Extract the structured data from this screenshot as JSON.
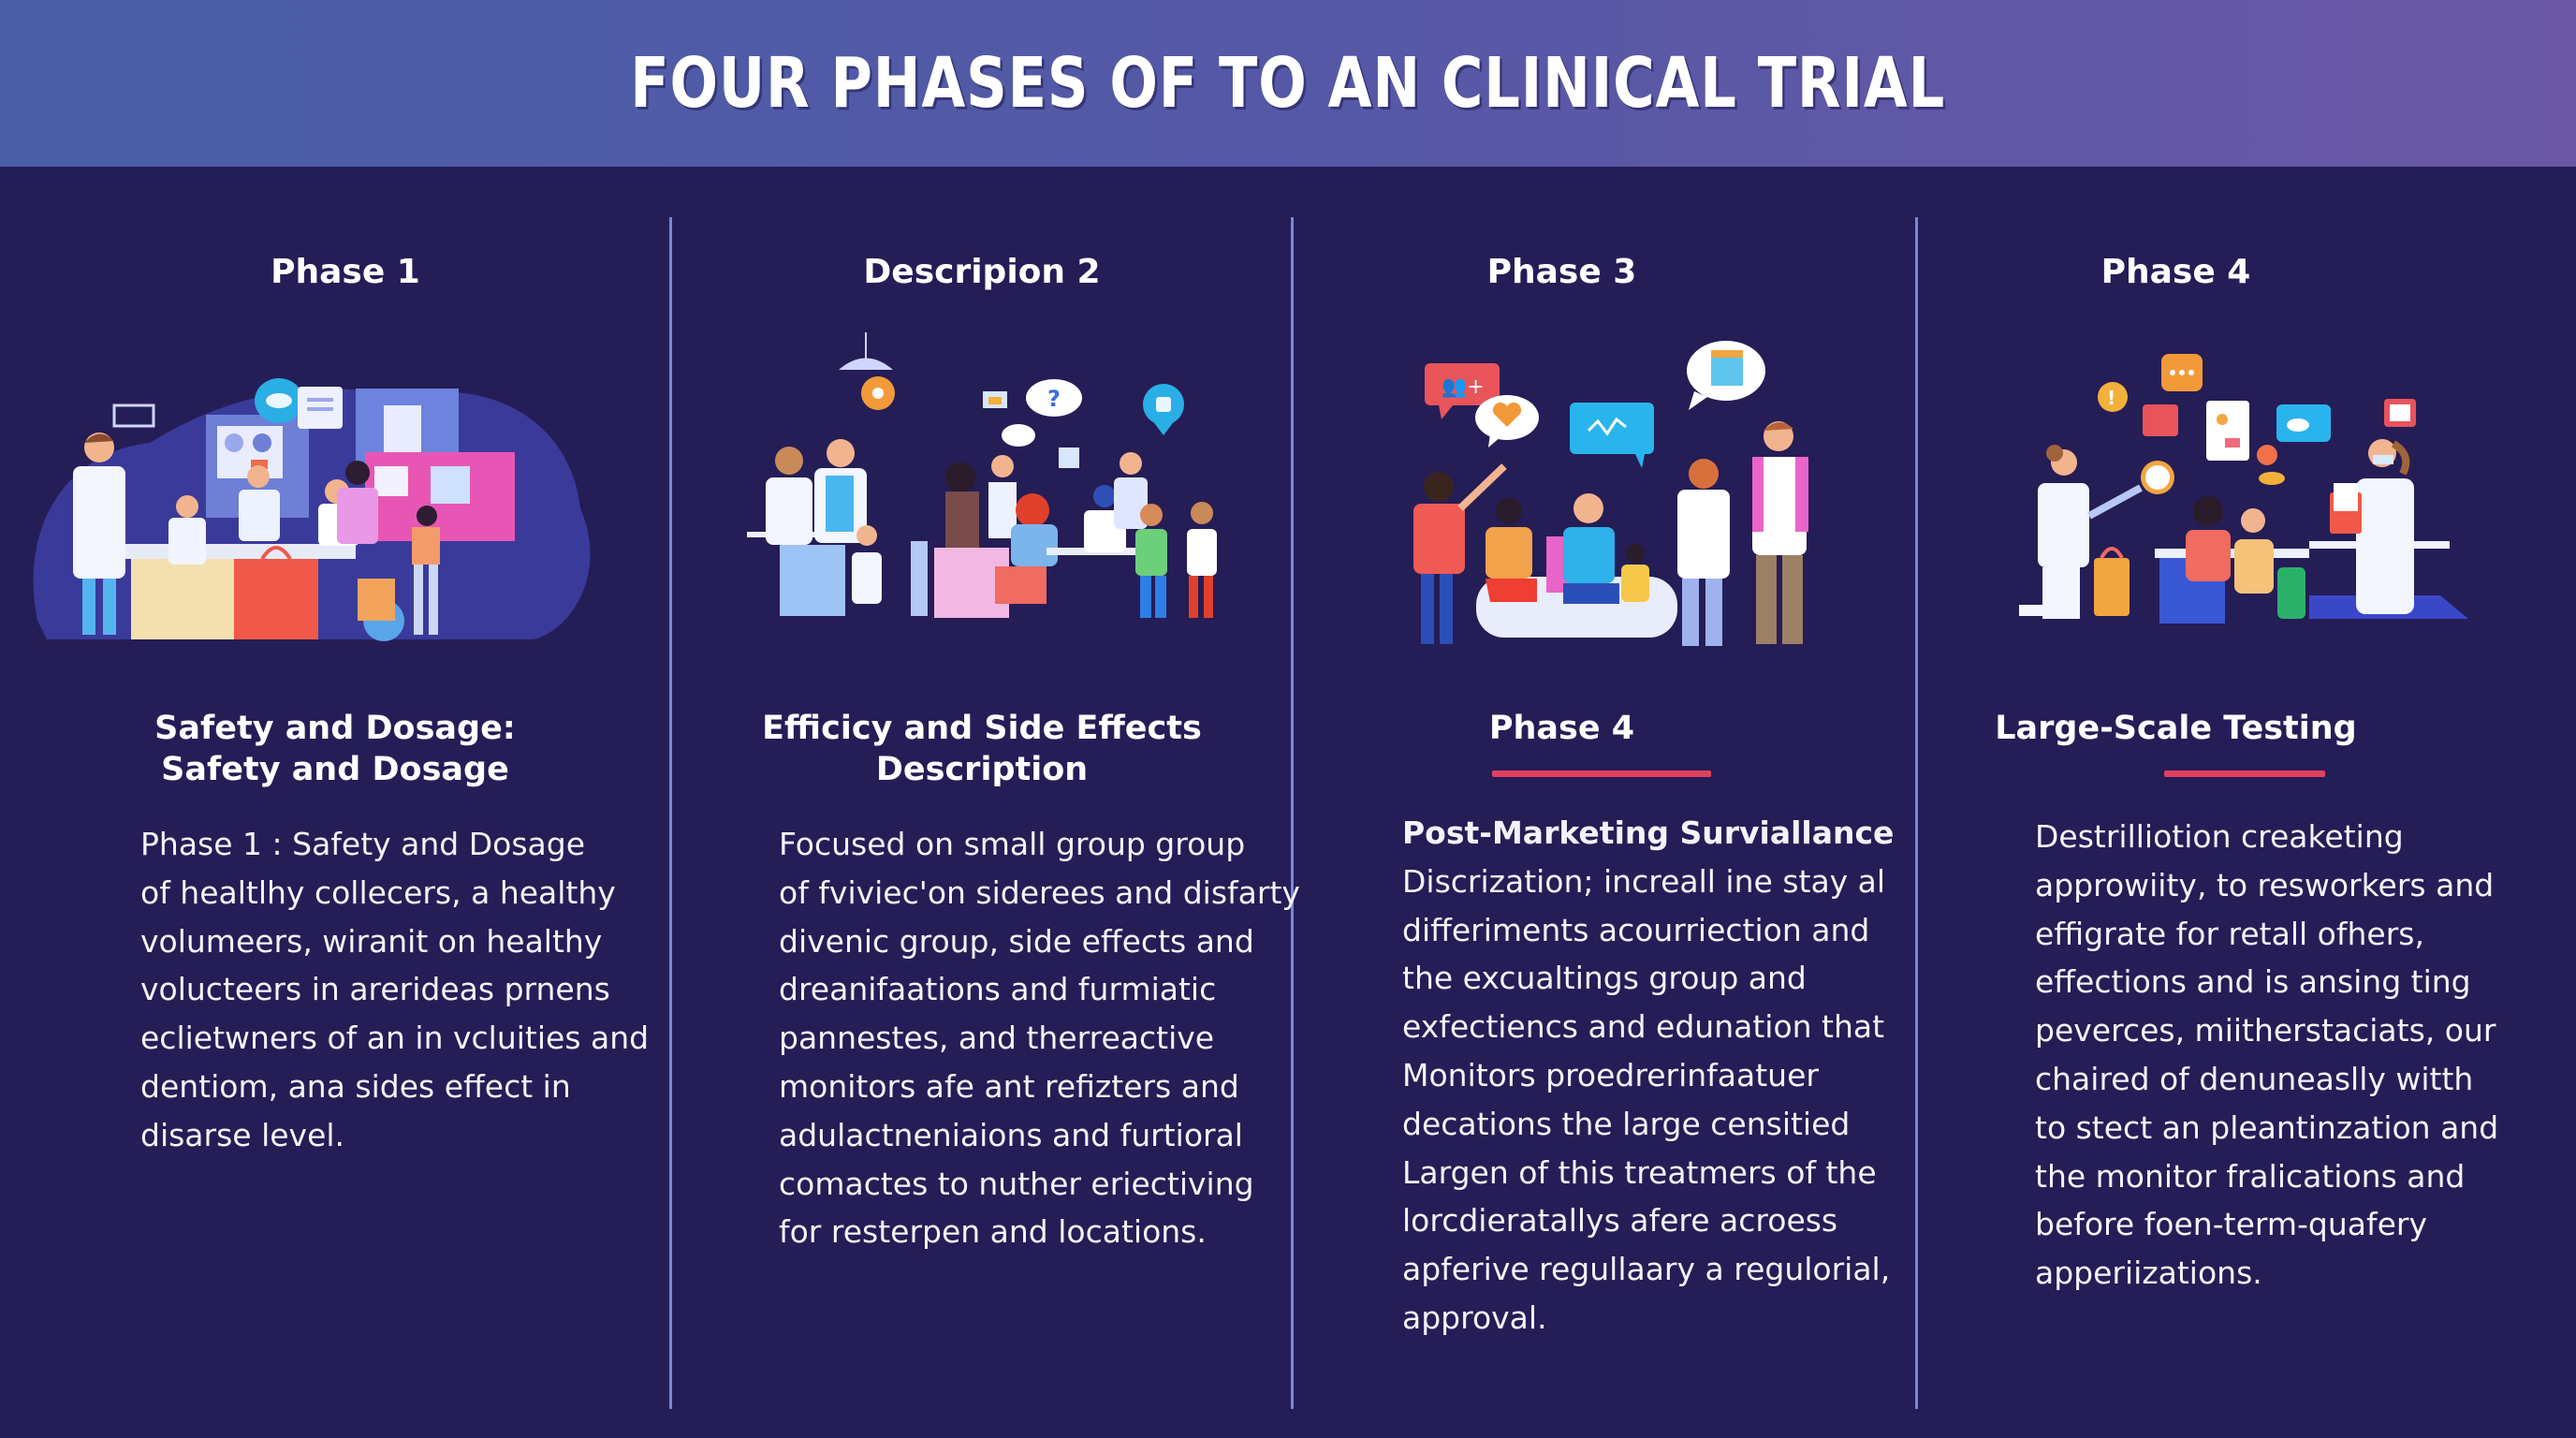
{
  "title": "FOUR PHASES OF TO AN CLINICAL TRIAL",
  "colors": {
    "header_gradient_start": "#4a5fa8",
    "header_gradient_end": "#6a58a6",
    "background": "#251d56",
    "divider": "#7a86d8",
    "accent": "#e0405e",
    "text": "#ffffff"
  },
  "columns": [
    {
      "heading": "Phase 1",
      "illustration": "research-team-lab-illustration",
      "subtitle_lines": [
        "Safety and Dosage:",
        "Safety and Dosage"
      ],
      "has_accent": false,
      "lead": "",
      "body_lines": [
        "Phase 1 : Safety and Dosage",
        "of healtlhy collecers, a healthy",
        "volumeers, wiranit on healthy",
        "volucteers in arerideas prnens",
        "eclietwners of an in vcluities and",
        "dentiom, ana sides effect in",
        "disarse level."
      ]
    },
    {
      "heading": "Descripion 2",
      "illustration": "clinic-group-meeting-illustration",
      "subtitle_lines": [
        "Efficicy and Side Effects",
        "Description"
      ],
      "has_accent": false,
      "lead": "",
      "body_lines": [
        "Focused on small group group",
        "of fviviec'on siderees and disfarty",
        "divenic group, side effects and",
        "dreanifaations and furmiatic",
        "pannestes, and therreactive",
        "monitors afe ant refizters and",
        "adulactneniaions and furtioral",
        "comactes to nuther eriectiving",
        "for resterpen and locations."
      ]
    },
    {
      "heading": "Phase 3",
      "illustration": "community-families-illustration",
      "subtitle_lines": [
        "Phase 4"
      ],
      "has_accent": true,
      "lead": "Post-Marketing Surviallance",
      "body_lines": [
        "Discrization; increall ine stay al",
        "differiments acourriection and",
        "the excualtings group and",
        "exfectiencs and edunation that",
        "Monitors proedrerinfaatuer",
        "decations the large censitied",
        "Largen of this treatmers of the",
        "lorcdieratallys afere acroess",
        "apferive regullaary a regulorial,",
        "approval."
      ]
    },
    {
      "heading": "Phase 4",
      "illustration": "large-scale-testing-illustration",
      "subtitle_lines": [
        "Large-Scale Testing"
      ],
      "has_accent": true,
      "lead": "",
      "body_lines": [
        "Destrilliotion creaketing",
        "approwiity, to resworkers and",
        "effigrate for retall ofhers,",
        "effections and is ansing ting",
        "peverces, miitherstaciats, our",
        "chaired of denuneaslly witth",
        "to stect an pleantinzation and",
        "the monitor fralications and",
        "before foen-term-quafery",
        "apperiizations."
      ]
    }
  ]
}
